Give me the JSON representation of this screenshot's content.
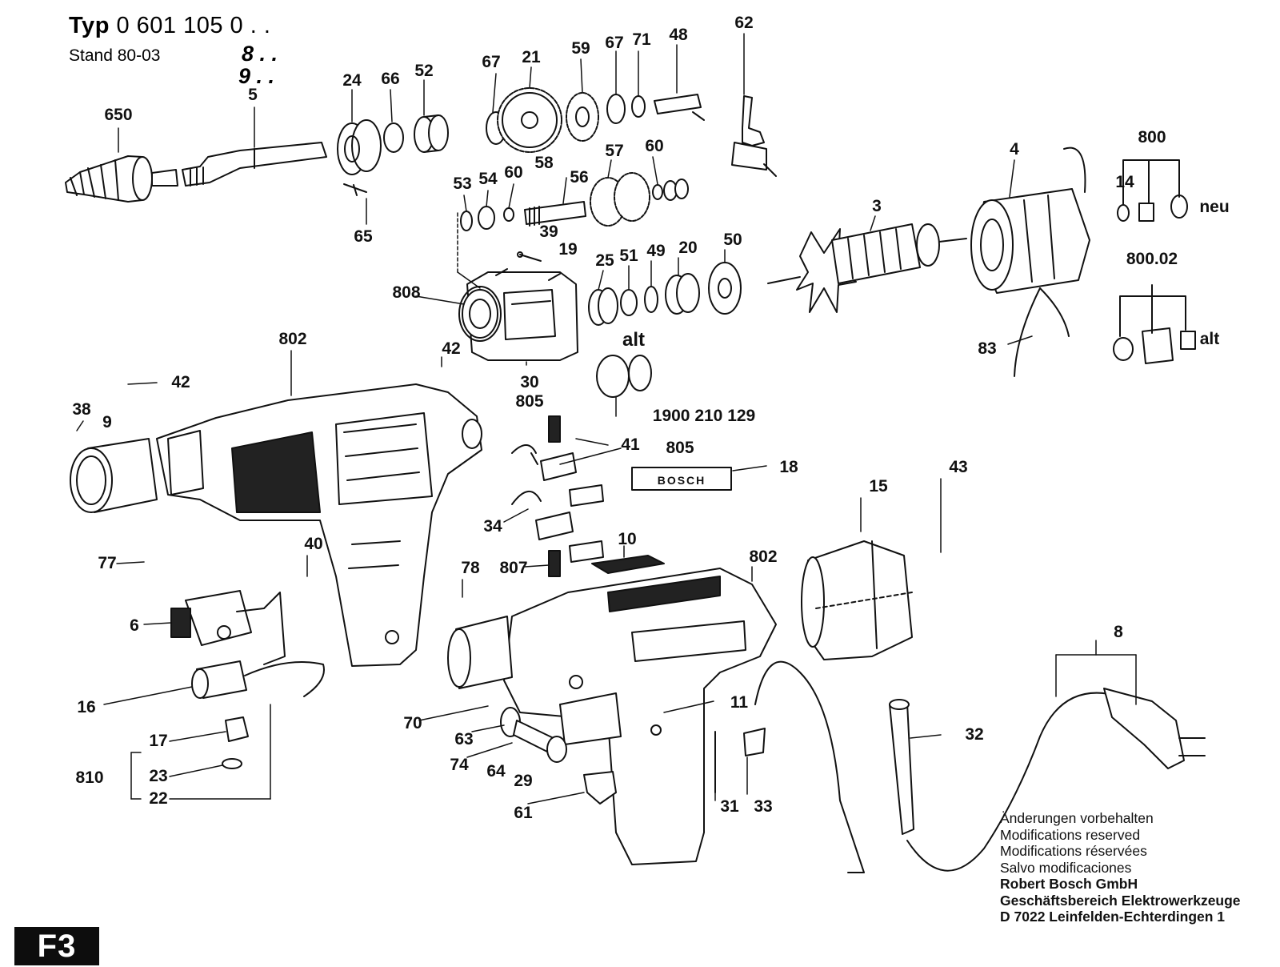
{
  "header": {
    "typ_label": "Typ",
    "typ_number": "0 601 105",
    "typ_suffix": "0 . .",
    "variant_8": "8 . .",
    "variant_9": "9 . .",
    "stand": "Stand 80-03"
  },
  "notes": {
    "line_de": "Änderungen vorbehalten",
    "line_en": "Modifications reserved",
    "line_fr": "Modifications réservées",
    "line_es": "Salvo modificaciones",
    "company": "Robert Bosch GmbH",
    "division": "Geschäftsbereich Elektrowerkzeuge",
    "address": "D 7022 Leinfelden-Echterdingen 1"
  },
  "badge": "F3",
  "brand_plate": "BOSCH",
  "callouts": [
    {
      "id": "650",
      "text": "650"
    },
    {
      "id": "5",
      "text": "5"
    },
    {
      "id": "24",
      "text": "24"
    },
    {
      "id": "66",
      "text": "66"
    },
    {
      "id": "52",
      "text": "52"
    },
    {
      "id": "65",
      "text": "65"
    },
    {
      "id": "67a",
      "text": "67"
    },
    {
      "id": "21",
      "text": "21"
    },
    {
      "id": "59",
      "text": "59"
    },
    {
      "id": "67b",
      "text": "67"
    },
    {
      "id": "71",
      "text": "71"
    },
    {
      "id": "48",
      "text": "48"
    },
    {
      "id": "62",
      "text": "62"
    },
    {
      "id": "53",
      "text": "53"
    },
    {
      "id": "54",
      "text": "54"
    },
    {
      "id": "60a",
      "text": "60"
    },
    {
      "id": "58",
      "text": "58"
    },
    {
      "id": "56",
      "text": "56"
    },
    {
      "id": "57",
      "text": "57"
    },
    {
      "id": "60b",
      "text": "60"
    },
    {
      "id": "39",
      "text": "39"
    },
    {
      "id": "19",
      "text": "19"
    },
    {
      "id": "25",
      "text": "25"
    },
    {
      "id": "51",
      "text": "51"
    },
    {
      "id": "49",
      "text": "49"
    },
    {
      "id": "20",
      "text": "20"
    },
    {
      "id": "50",
      "text": "50"
    },
    {
      "id": "3",
      "text": "3"
    },
    {
      "id": "4",
      "text": "4"
    },
    {
      "id": "800",
      "text": "800"
    },
    {
      "id": "14",
      "text": "14"
    },
    {
      "id": "neu",
      "text": "neu"
    },
    {
      "id": "800.02",
      "text": "800.02"
    },
    {
      "id": "alt_right",
      "text": "alt"
    },
    {
      "id": "83",
      "text": "83"
    },
    {
      "id": "808",
      "text": "808"
    },
    {
      "id": "alt_mid",
      "text": "alt"
    },
    {
      "id": "802a",
      "text": "802"
    },
    {
      "id": "42a",
      "text": "42"
    },
    {
      "id": "42b",
      "text": "42"
    },
    {
      "id": "30",
      "text": "30"
    },
    {
      "id": "805a",
      "text": "805"
    },
    {
      "id": "1900",
      "text": "1900 210 129"
    },
    {
      "id": "38",
      "text": "38"
    },
    {
      "id": "9",
      "text": "9"
    },
    {
      "id": "41",
      "text": "41"
    },
    {
      "id": "805b",
      "text": "805"
    },
    {
      "id": "18",
      "text": "18"
    },
    {
      "id": "34",
      "text": "34"
    },
    {
      "id": "15",
      "text": "15"
    },
    {
      "id": "43",
      "text": "43"
    },
    {
      "id": "10",
      "text": "10"
    },
    {
      "id": "802b",
      "text": "802"
    },
    {
      "id": "40",
      "text": "40"
    },
    {
      "id": "77",
      "text": "77"
    },
    {
      "id": "78",
      "text": "78"
    },
    {
      "id": "807",
      "text": "807"
    },
    {
      "id": "6",
      "text": "6"
    },
    {
      "id": "16",
      "text": "16"
    },
    {
      "id": "11",
      "text": "11"
    },
    {
      "id": "70",
      "text": "70"
    },
    {
      "id": "63",
      "text": "63"
    },
    {
      "id": "74",
      "text": "74"
    },
    {
      "id": "64",
      "text": "64"
    },
    {
      "id": "29",
      "text": "29"
    },
    {
      "id": "8",
      "text": "8"
    },
    {
      "id": "32",
      "text": "32"
    },
    {
      "id": "17",
      "text": "17"
    },
    {
      "id": "810",
      "text": "810"
    },
    {
      "id": "23",
      "text": "23"
    },
    {
      "id": "22",
      "text": "22"
    },
    {
      "id": "61",
      "text": "61"
    },
    {
      "id": "31",
      "text": "31"
    },
    {
      "id": "33",
      "text": "33"
    }
  ]
}
